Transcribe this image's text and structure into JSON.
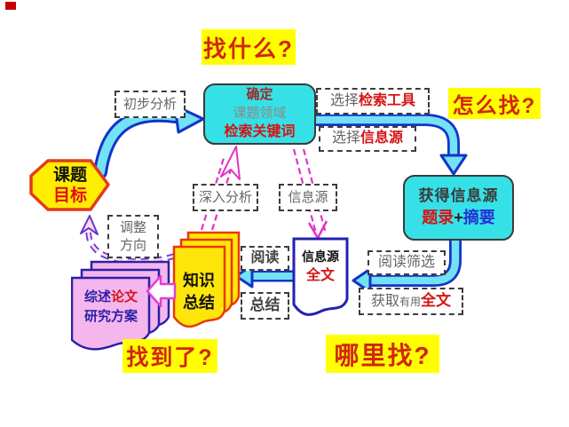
{
  "questions": {
    "what": "找什么?",
    "how": "怎么找?",
    "where": "哪里找?",
    "found": "找到了?"
  },
  "nodes": {
    "topic_goal": {
      "line1": "课题",
      "line2": "目标"
    },
    "define": {
      "line1": "确定",
      "line2": "课题领域",
      "line3": "检索关键词"
    },
    "obtain": {
      "line1": "获得信息源",
      "title_red": "题录",
      "plus": "+",
      "abstract_blue": "摘要"
    },
    "fulltext": {
      "line1": "信息源",
      "line2": "全文"
    },
    "knowledge": {
      "line1": "知识",
      "line2": "总结"
    },
    "review": {
      "part_dark": "综述",
      "part_red": "论文",
      "line2": "研究方案"
    }
  },
  "labels": {
    "preliminary": "初步分析",
    "deep": "深入分析",
    "source": "信息源",
    "adjust_l1": "调整",
    "adjust_l2": "方向",
    "select_tool": {
      "prefix": "选择",
      "emph": "检索工具"
    },
    "select_source": {
      "prefix": "选择",
      "emph": "信息源"
    },
    "read": "阅读",
    "summarize": "总结",
    "read_filter": "阅读筛选",
    "get_fulltext": {
      "prefix": "获取",
      "mid": "有用",
      "emph": "全文"
    }
  },
  "colors": {
    "highlight_bg": "#FFFF00",
    "question_red": "#D22510",
    "cyan_node": "#35E1E6",
    "arrow_blue_edge": "#1334C8",
    "arrow_blue_fill": "#72E2F4",
    "magenta_dash": "#E332C8",
    "purple_dash": "#6A35CC",
    "knowledge_fill": "#FFE60A",
    "knowledge_edge": "#E8380D",
    "review_fill": "#F4B6EC",
    "review_edge": "#2B1FA8",
    "fulltext_edge": "#2222B0",
    "emphasis_red": "#D41414",
    "abstract_blue": "#2430D6"
  }
}
